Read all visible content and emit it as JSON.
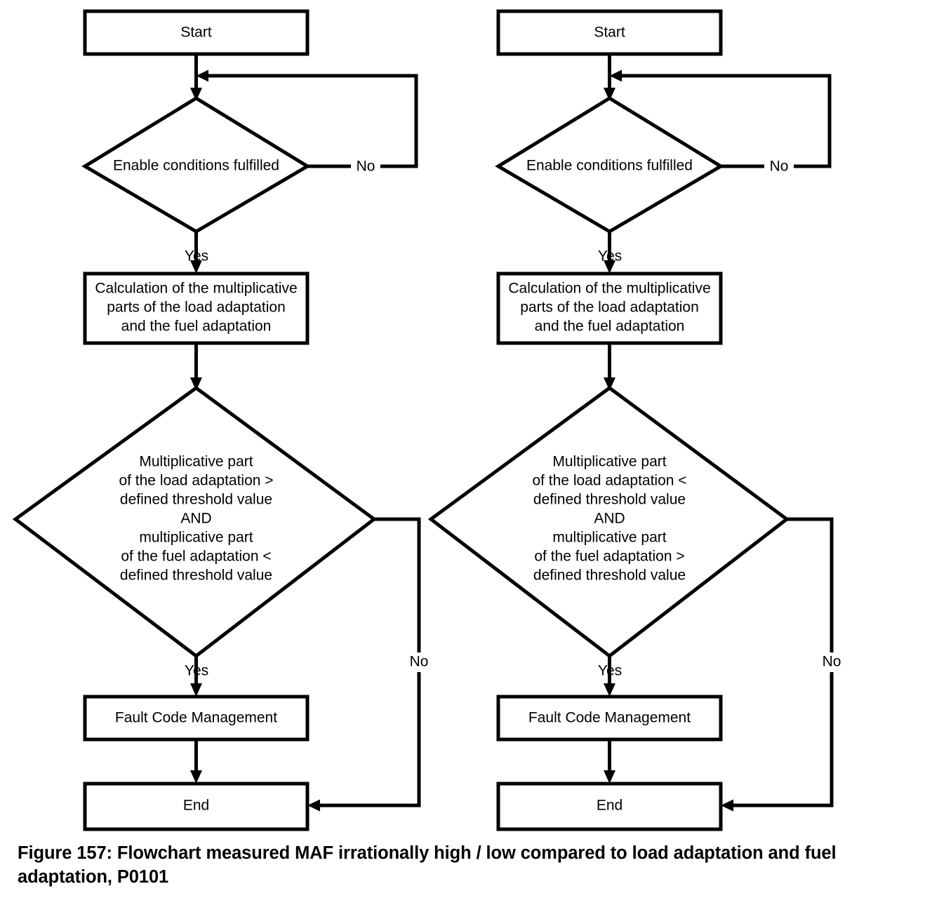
{
  "figure": {
    "caption": "Figure 157: Flowchart measured MAF irrationally high / low compared to load adaptation and fuel adaptation, P0101",
    "caption_number": "Figure 157",
    "background_color": "#ffffff",
    "line_color": "#000000"
  },
  "diagram": {
    "type": "flowchart",
    "columns": 2,
    "labels": {
      "yes": "Yes",
      "no": "No"
    },
    "left": {
      "name": "measured MAF irrationally high",
      "start": "Start",
      "enable_decision": "Enable conditions fulfilled",
      "calculation": [
        "Calculation of the multiplicative",
        "parts of the load adaptation",
        "and the fuel adaptation"
      ],
      "main_decision": [
        "Multiplicative part",
        "of the load adaptation >",
        "defined threshold value",
        "AND",
        "multiplicative part",
        "of the fuel adaptation <",
        "defined threshold value"
      ],
      "fault": "Fault Code Management",
      "end": "End",
      "enable_no": "No",
      "enable_yes": "Yes",
      "main_no": "No",
      "main_yes": "Yes"
    },
    "right": {
      "name": "measured MAF irrationally low",
      "start": "Start",
      "enable_decision": "Enable conditions fulfilled",
      "calculation": [
        "Calculation of the multiplicative",
        "parts of the load adaptation",
        "and the fuel adaptation"
      ],
      "main_decision": [
        "Multiplicative part",
        "of the load adaptation <",
        "defined threshold value",
        "AND",
        "multiplicative part",
        "of the fuel adaptation >",
        "defined threshold value"
      ],
      "fault": "Fault Code Management",
      "end": "End",
      "enable_no": "No",
      "enable_yes": "Yes",
      "main_no": "No",
      "main_yes": "Yes"
    }
  }
}
